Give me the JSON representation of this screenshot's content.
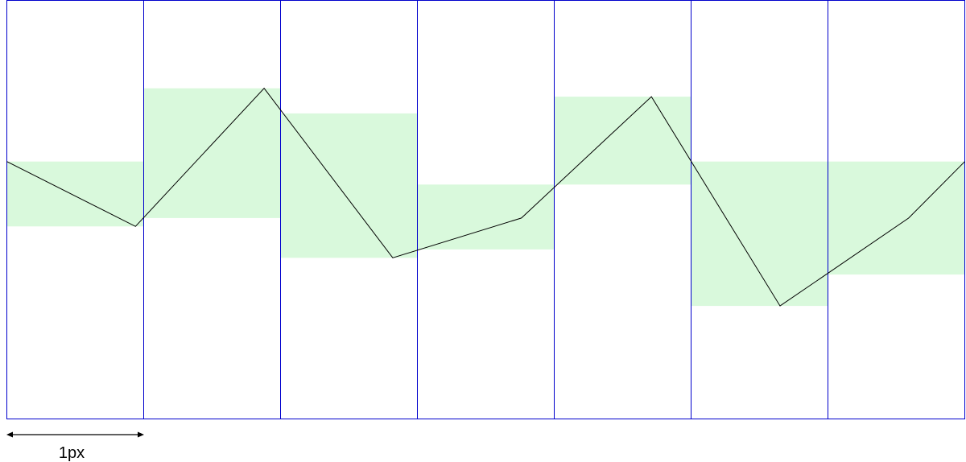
{
  "colors": {
    "pixel_border": "#0000cc",
    "range_band": "#d9f9dc",
    "signal_line": "#000000"
  },
  "diagram": {
    "columns": 7,
    "y_range": [
      0,
      1
    ],
    "bands": [
      {
        "min": 0.46,
        "max": 0.615
      },
      {
        "min": 0.48,
        "max": 0.79
      },
      {
        "min": 0.385,
        "max": 0.73
      },
      {
        "min": 0.405,
        "max": 0.56
      },
      {
        "min": 0.56,
        "max": 0.77
      },
      {
        "min": 0.27,
        "max": 0.615
      },
      {
        "min": 0.345,
        "max": 0.615
      }
    ],
    "polyline": [
      {
        "x": 0,
        "y": 0.615
      },
      {
        "x": 0.94,
        "y": 0.46
      },
      {
        "x": 1.88,
        "y": 0.79
      },
      {
        "x": 2.82,
        "y": 0.385
      },
      {
        "x": 3.76,
        "y": 0.48
      },
      {
        "x": 4.71,
        "y": 0.77
      },
      {
        "x": 5.65,
        "y": 0.27
      },
      {
        "x": 6.59,
        "y": 0.48
      },
      {
        "x": 7,
        "y": 0.615
      }
    ],
    "scale_label": "1px"
  }
}
